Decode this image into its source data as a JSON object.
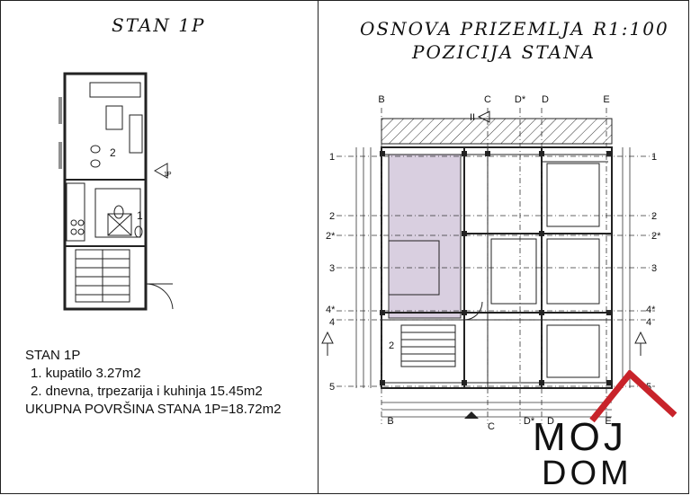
{
  "left_panel": {
    "title": "STAN 1P",
    "room_labels": [
      "2",
      "1"
    ],
    "entry_marker": "1P"
  },
  "legend": {
    "heading": "STAN 1P",
    "items": [
      "1.  kupatilo 3.27m2",
      "2.  dnevna, trpezarija i kuhinja 15.45m2"
    ],
    "total": "UKUPNA POVRŠINA STANA 1P=18.72m2"
  },
  "right_panel": {
    "title_line1": "OSNOVA PRIZEMLJA R1:100",
    "title_line2": "POZICIJA STANA",
    "grid_top": [
      "B",
      "C",
      "D*",
      "D",
      "E"
    ],
    "grid_bottom": [
      "B",
      "C",
      "D*",
      "D",
      "E"
    ],
    "grid_left": [
      "1",
      "2",
      "2*",
      "3",
      "4*",
      "4",
      "5"
    ],
    "grid_right": [
      "1",
      "2",
      "2*",
      "3",
      "4*",
      "4",
      "5"
    ],
    "section_marker": "II",
    "stair_label": "2",
    "highlight_color": "#d9cfe0"
  },
  "logo": {
    "line1": "MOJ",
    "line2": "DOM",
    "accent_color": "#c8232a"
  }
}
